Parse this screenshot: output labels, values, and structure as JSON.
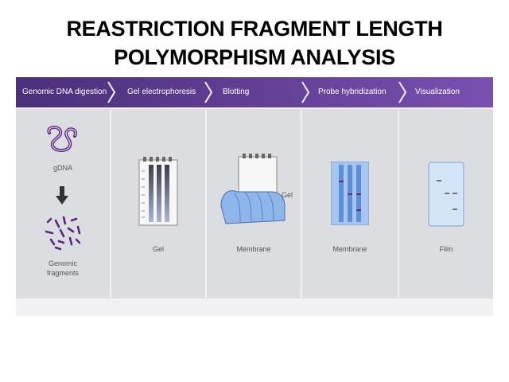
{
  "title": {
    "line1": "REASTRICTION FRAGMENT LENGTH",
    "line2": "POLYMORPHISM ANALYSIS"
  },
  "steps": [
    {
      "label": "Genomic DNA digestion"
    },
    {
      "label": "Gel electrophoresis"
    },
    {
      "label": "Blotting"
    },
    {
      "label": "Probe hybridization"
    },
    {
      "label": "Visualization"
    }
  ],
  "panels": {
    "digestion": {
      "top_label": "gDNA",
      "bottom_label_1": "Genomic",
      "bottom_label_2": "fragments"
    },
    "electrophoresis": {
      "label": "Gel"
    },
    "blotting": {
      "gel_label": "Gel",
      "membrane_label": "Membrane"
    },
    "hybridization": {
      "label": "Membrane"
    },
    "visualization": {
      "label": "Film"
    }
  },
  "colors": {
    "header_dark": "#4a2f7a",
    "header_light": "#7a4fb0",
    "panel_bg": "#dcdde0",
    "membrane_blue": "#8fb6ea",
    "band_purple": "#5a2a82"
  },
  "icons": [
    "dna-coil-icon",
    "down-arrow-icon",
    "dna-fragments-icon",
    "gel-icon",
    "blotting-icon",
    "membrane-icon",
    "film-icon"
  ]
}
